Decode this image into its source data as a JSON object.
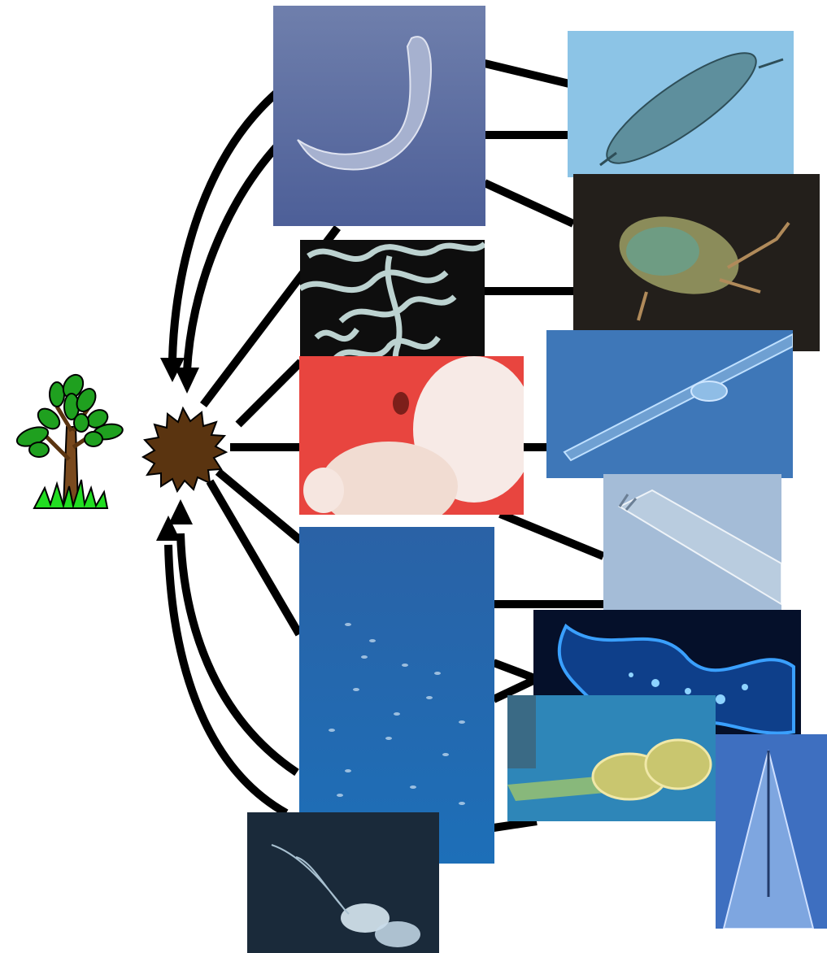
{
  "diagram": {
    "type": "soil-food-web",
    "nodes": [
      {
        "id": "plant",
        "icon": "tree-icon"
      },
      {
        "id": "organic-matter",
        "icon": "sunburst-icon",
        "color": "#5a3410"
      },
      {
        "id": "nematode-curled",
        "icon": "curled-nematode-photo"
      },
      {
        "id": "tardigrade",
        "icon": "tardigrade-photo"
      },
      {
        "id": "mite",
        "icon": "mite-photo"
      },
      {
        "id": "fungal-hyphae",
        "icon": "fungal-hyphae-photo"
      },
      {
        "id": "fungal-colonies",
        "icon": "fungal-colony-photo"
      },
      {
        "id": "nematode-head-blue",
        "icon": "nematode-head-photo"
      },
      {
        "id": "nematode-head-pale",
        "icon": "nematode-mouthparts-photo"
      },
      {
        "id": "bacteria-field",
        "icon": "bacteria-photo"
      },
      {
        "id": "amoeba",
        "icon": "amoeba-photo"
      },
      {
        "id": "protozoa",
        "icon": "protozoa-photo"
      },
      {
        "id": "nematode-tail",
        "icon": "nematode-tail-photo"
      },
      {
        "id": "flagellate",
        "icon": "flagellate-photo"
      }
    ],
    "colors": {
      "line": "#000000",
      "organic_matter": "#5a3410",
      "tree_leaf": "#1fa01f",
      "tree_trunk": "#7a4a1e",
      "grass": "#22dd22"
    }
  }
}
